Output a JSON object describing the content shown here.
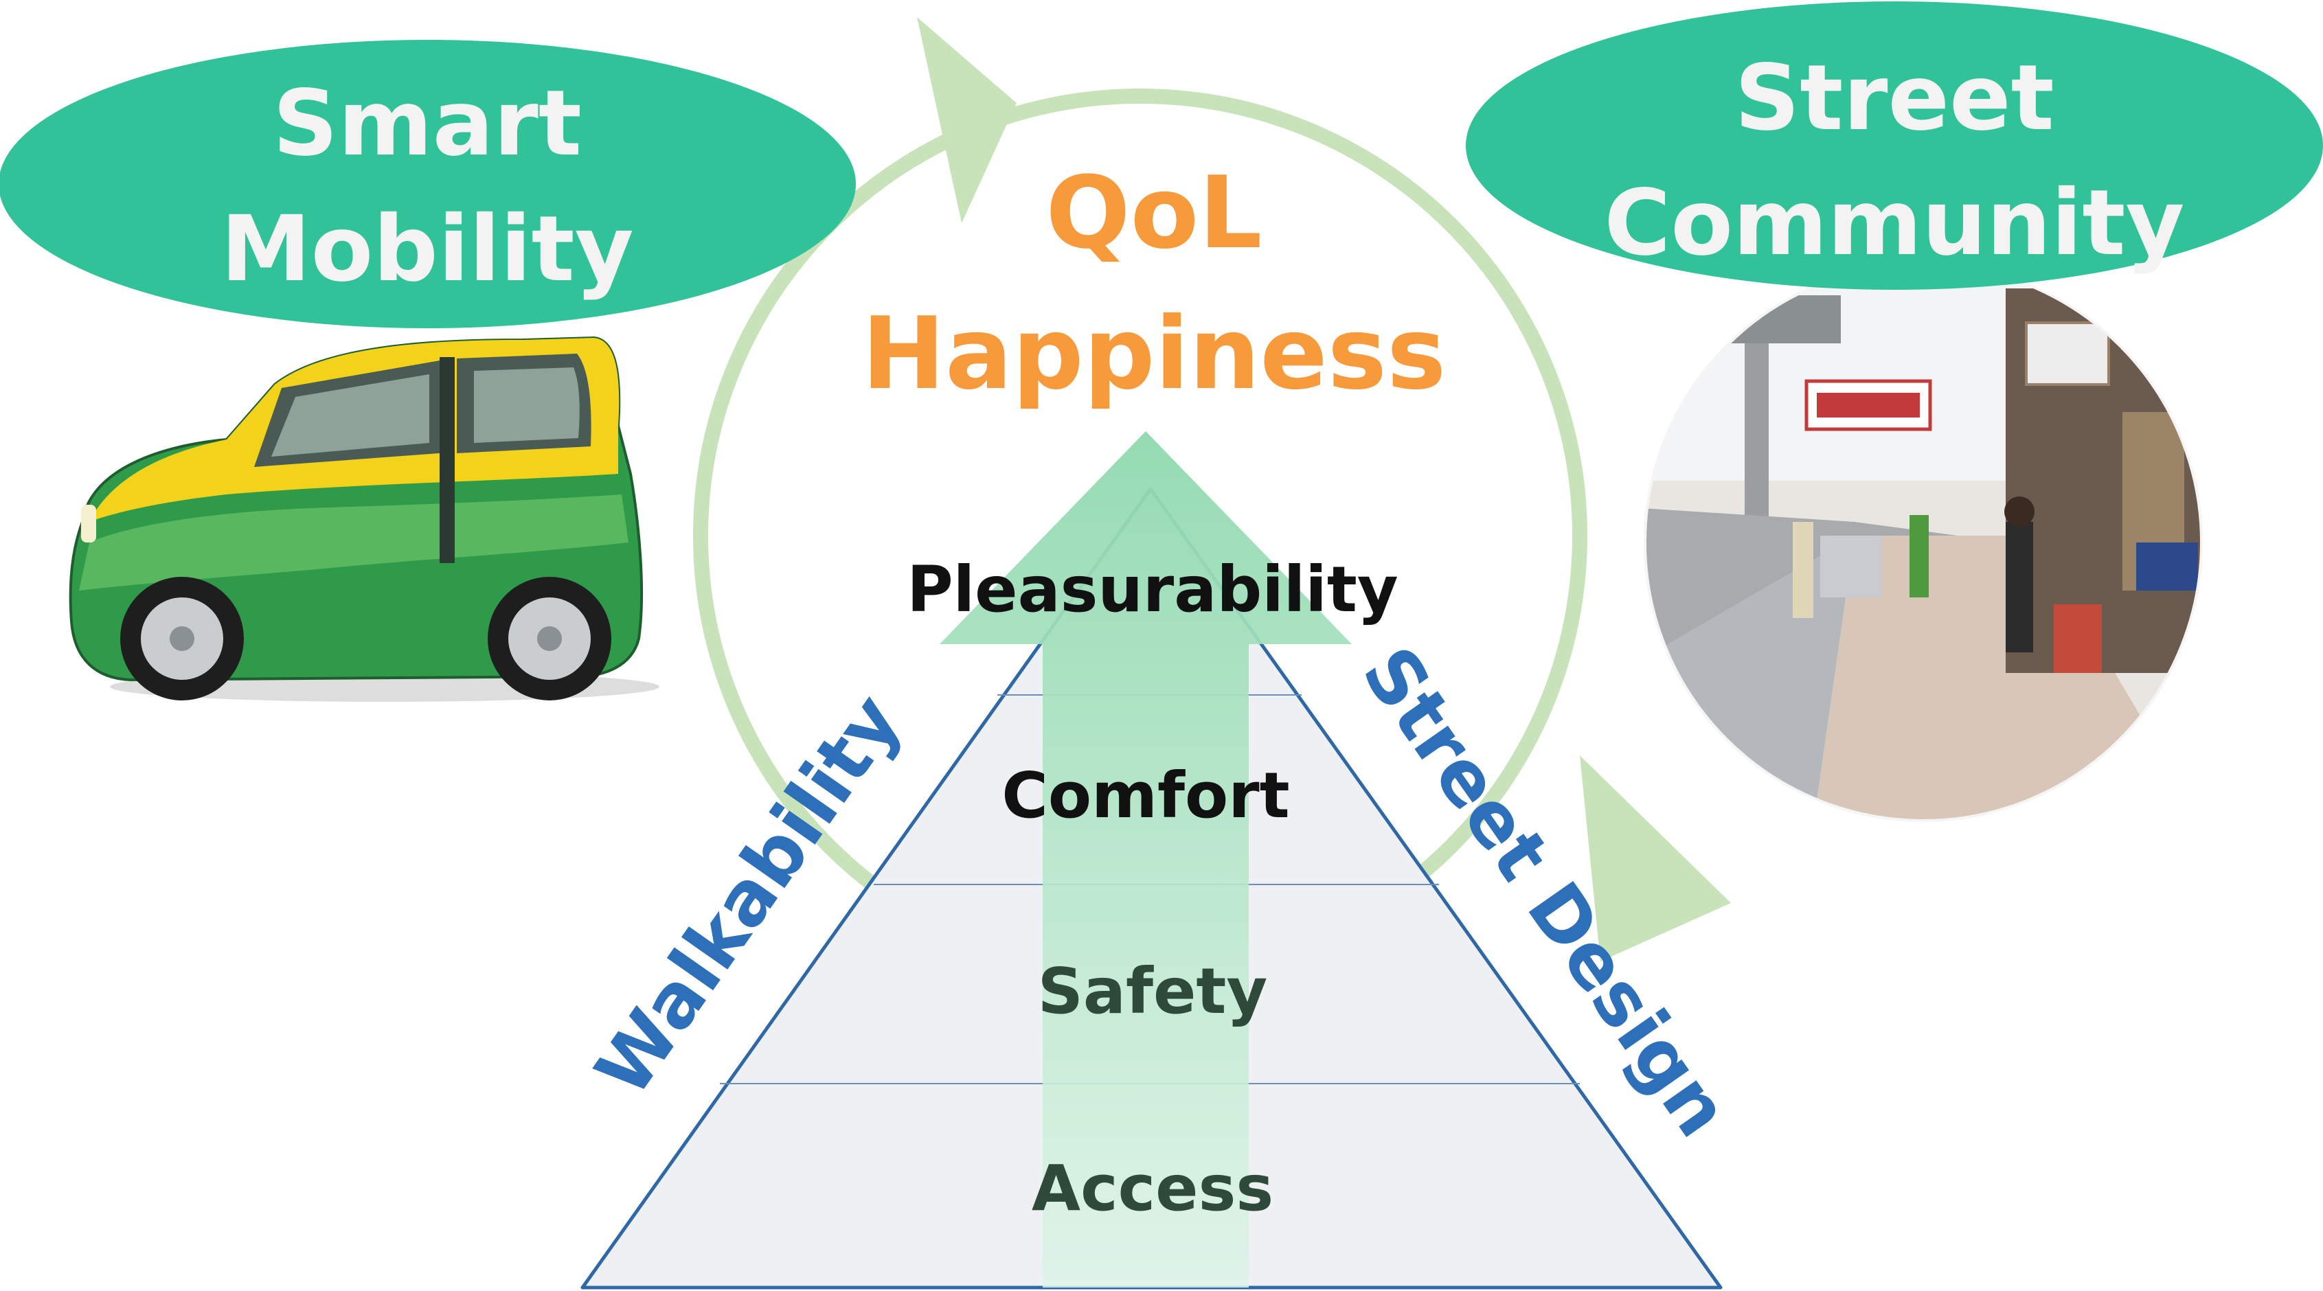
{
  "colors": {
    "ellipse_fill": "#32C29A",
    "ellipse_text": "#F3F3F3",
    "cycle_arrow": "#C8E3BA",
    "qol_text": "#F79A3C",
    "pyramid_fill": "#EEF0F4",
    "pyramid_stroke": "#2E68A8",
    "level_text": "#111111",
    "side_label_text": "#2D6FB9",
    "up_arrow": "#9BDDB5"
  },
  "left_bubble": {
    "line1": "Smart",
    "line2": "Mobility"
  },
  "right_bubble": {
    "line1": "Street",
    "line2": "Community"
  },
  "center_title": {
    "line1": "QoL",
    "line2": "Happiness"
  },
  "pyramid": {
    "levels": [
      "Pleasurability",
      "Comfort",
      "Safety",
      "Access"
    ]
  },
  "side_labels": {
    "left": "Walkability",
    "right": "Street Design"
  },
  "images": {
    "left": "small-electric-car-photo",
    "right": "street-vendor-sidewalk-photo"
  }
}
